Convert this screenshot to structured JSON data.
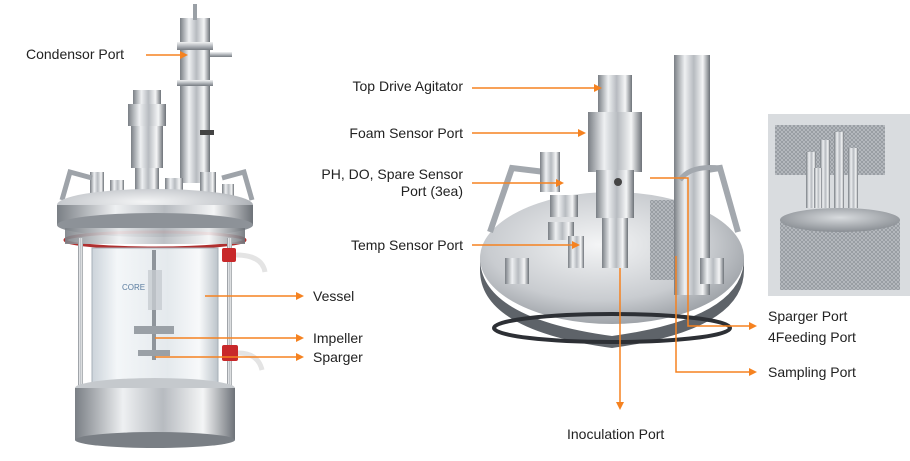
{
  "colors": {
    "arrow": "#F58220",
    "steel_light": "#e6e8ea",
    "steel_mid": "#b8bcc0",
    "steel_dark": "#6f747a",
    "glass": "#dfe5ea",
    "red_cap": "#c8282a"
  },
  "labels": {
    "condensor_port": "Condensor Port",
    "vessel": "Vessel",
    "impeller": "Impeller",
    "sparger": "Sparger",
    "top_drive_agitator": "Top Drive Agitator",
    "foam_sensor_port": "Foam Sensor Port",
    "ph_do_spare_line1": "PH, DO, Spare Sensor",
    "ph_do_spare_line2": "Port (3ea)",
    "temp_sensor_port": "Temp Sensor Port",
    "inoculation_port": "Inoculation Port",
    "sparger_port": "Sparger Port",
    "feeding_port": "4Feeding Port",
    "sampling_port": "Sampling Port"
  },
  "bioreactor_logo_text": "CORE"
}
